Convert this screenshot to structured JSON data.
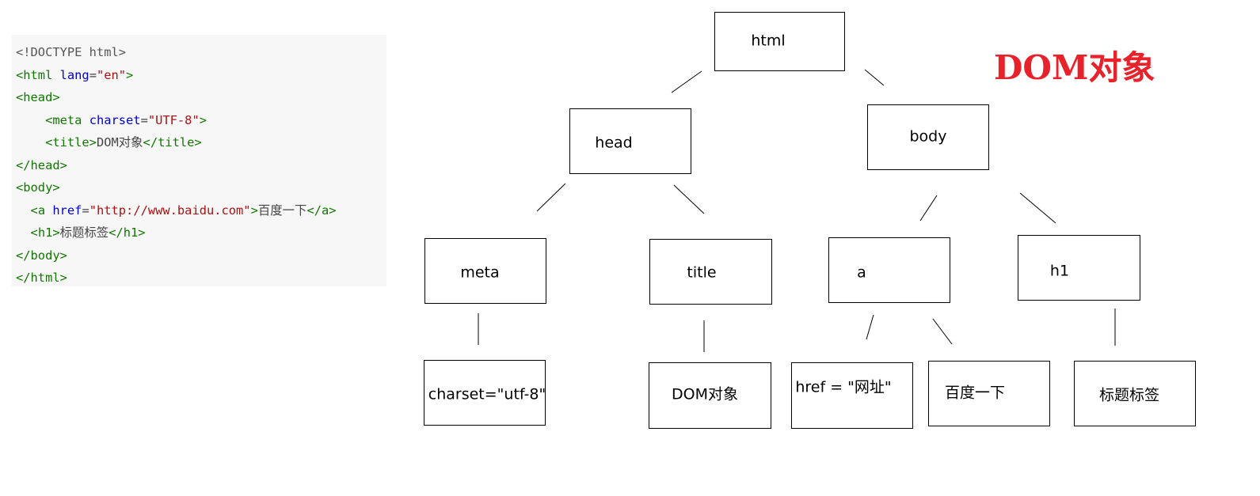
{
  "code": {
    "lines": [
      {
        "indent": "",
        "tokens": [
          {
            "t": "<!DOCTYPE html>",
            "c": "doctype"
          }
        ]
      },
      {
        "indent": "",
        "tokens": [
          {
            "t": "<html ",
            "c": "tag"
          },
          {
            "t": "lang",
            "c": "attr"
          },
          {
            "t": "=",
            "c": "txt"
          },
          {
            "t": "\"en\"",
            "c": "str"
          },
          {
            "t": ">",
            "c": "tag"
          }
        ]
      },
      {
        "indent": "",
        "tokens": [
          {
            "t": "<head>",
            "c": "tag"
          }
        ]
      },
      {
        "indent": "    ",
        "tokens": [
          {
            "t": "<meta ",
            "c": "tag"
          },
          {
            "t": "charset",
            "c": "attr"
          },
          {
            "t": "=",
            "c": "txt"
          },
          {
            "t": "\"UTF-8\"",
            "c": "str"
          },
          {
            "t": ">",
            "c": "tag"
          }
        ]
      },
      {
        "indent": "    ",
        "tokens": [
          {
            "t": "<title>",
            "c": "tag"
          },
          {
            "t": "DOM对象",
            "c": "txt"
          },
          {
            "t": "</title>",
            "c": "tag"
          }
        ]
      },
      {
        "indent": "",
        "tokens": [
          {
            "t": "</head>",
            "c": "tag"
          }
        ]
      },
      {
        "indent": "",
        "tokens": [
          {
            "t": "<body>",
            "c": "tag"
          }
        ]
      },
      {
        "indent": "  ",
        "tokens": [
          {
            "t": "<a ",
            "c": "tag"
          },
          {
            "t": "href",
            "c": "attr"
          },
          {
            "t": "=",
            "c": "txt"
          },
          {
            "t": "\"http://www.baidu.com\"",
            "c": "str"
          },
          {
            "t": ">",
            "c": "tag"
          },
          {
            "t": "百度一下",
            "c": "txt"
          },
          {
            "t": "</a>",
            "c": "tag"
          }
        ]
      },
      {
        "indent": "  ",
        "tokens": [
          {
            "t": "<h1>",
            "c": "tag"
          },
          {
            "t": "标题标签",
            "c": "txt"
          },
          {
            "t": "</h1>",
            "c": "tag"
          }
        ]
      },
      {
        "indent": "",
        "tokens": [
          {
            "t": "</body>",
            "c": "tag"
          }
        ]
      },
      {
        "indent": "",
        "tokens": [
          {
            "t": "</html>",
            "c": "tag"
          }
        ]
      }
    ]
  },
  "diagram": {
    "title": "DOM对象",
    "title_color": "#e8222a",
    "nodes": [
      {
        "id": "html",
        "label": "html"
      },
      {
        "id": "head",
        "label": "head"
      },
      {
        "id": "body",
        "label": "body"
      },
      {
        "id": "meta",
        "label": "meta"
      },
      {
        "id": "title",
        "label": "title"
      },
      {
        "id": "a",
        "label": "a"
      },
      {
        "id": "h1",
        "label": "h1"
      },
      {
        "id": "charset",
        "label": "charset=\"utf-8\""
      },
      {
        "id": "dom-text",
        "label": "DOM对象"
      },
      {
        "id": "href",
        "label": "href = \"网址\""
      },
      {
        "id": "baidu-text",
        "label": "百度一下"
      },
      {
        "id": "h1-text",
        "label": "标题标签"
      }
    ],
    "edges": [
      {
        "from": "html",
        "to": "head"
      },
      {
        "from": "html",
        "to": "body"
      },
      {
        "from": "head",
        "to": "meta"
      },
      {
        "from": "head",
        "to": "title"
      },
      {
        "from": "body",
        "to": "a"
      },
      {
        "from": "body",
        "to": "h1"
      },
      {
        "from": "meta",
        "to": "charset"
      },
      {
        "from": "title",
        "to": "dom-text"
      },
      {
        "from": "a",
        "to": "href"
      },
      {
        "from": "a",
        "to": "baidu-text"
      },
      {
        "from": "h1",
        "to": "h1-text"
      }
    ]
  }
}
